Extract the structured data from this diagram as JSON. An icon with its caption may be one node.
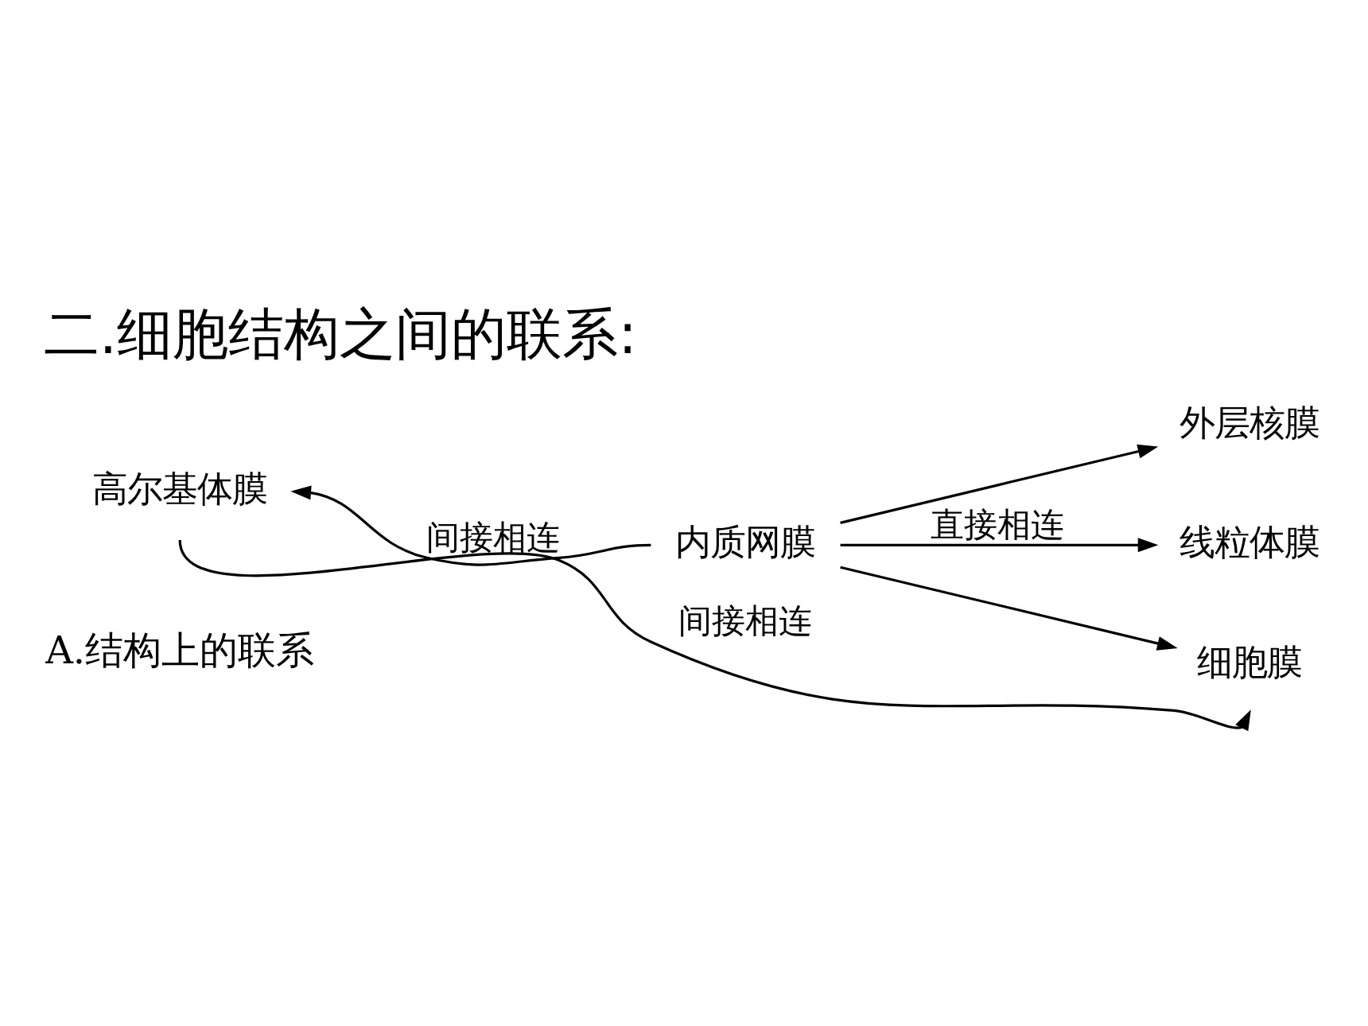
{
  "diagram": {
    "title": "二.细胞结构之间的联系:",
    "nodes": [
      {
        "text": [
          "高尔基体膜"
        ]
      },
      {
        "text": [
          "内质网膜"
        ]
      },
      {
        "text": [
          "外层核膜"
        ]
      },
      {
        "text": [
          "线粒体膜"
        ]
      },
      {
        "text": [
          "细胞膜"
        ]
      }
    ],
    "edges": [
      {
        "from": 1,
        "to": 0,
        "arrow": "to",
        "label": "间接相连"
      },
      {
        "from": 1,
        "to": 2,
        "arrow": "to"
      },
      {
        "from": 1,
        "to": 3,
        "arrow": "to",
        "label": "直接相连"
      },
      {
        "from": 1,
        "to": 4,
        "arrow": "to"
      },
      {
        "from": 0,
        "to": 4,
        "arrow": "to",
        "label": "间接相连"
      }
    ],
    "labels": [
      "A.结构上的联系"
    ]
  }
}
